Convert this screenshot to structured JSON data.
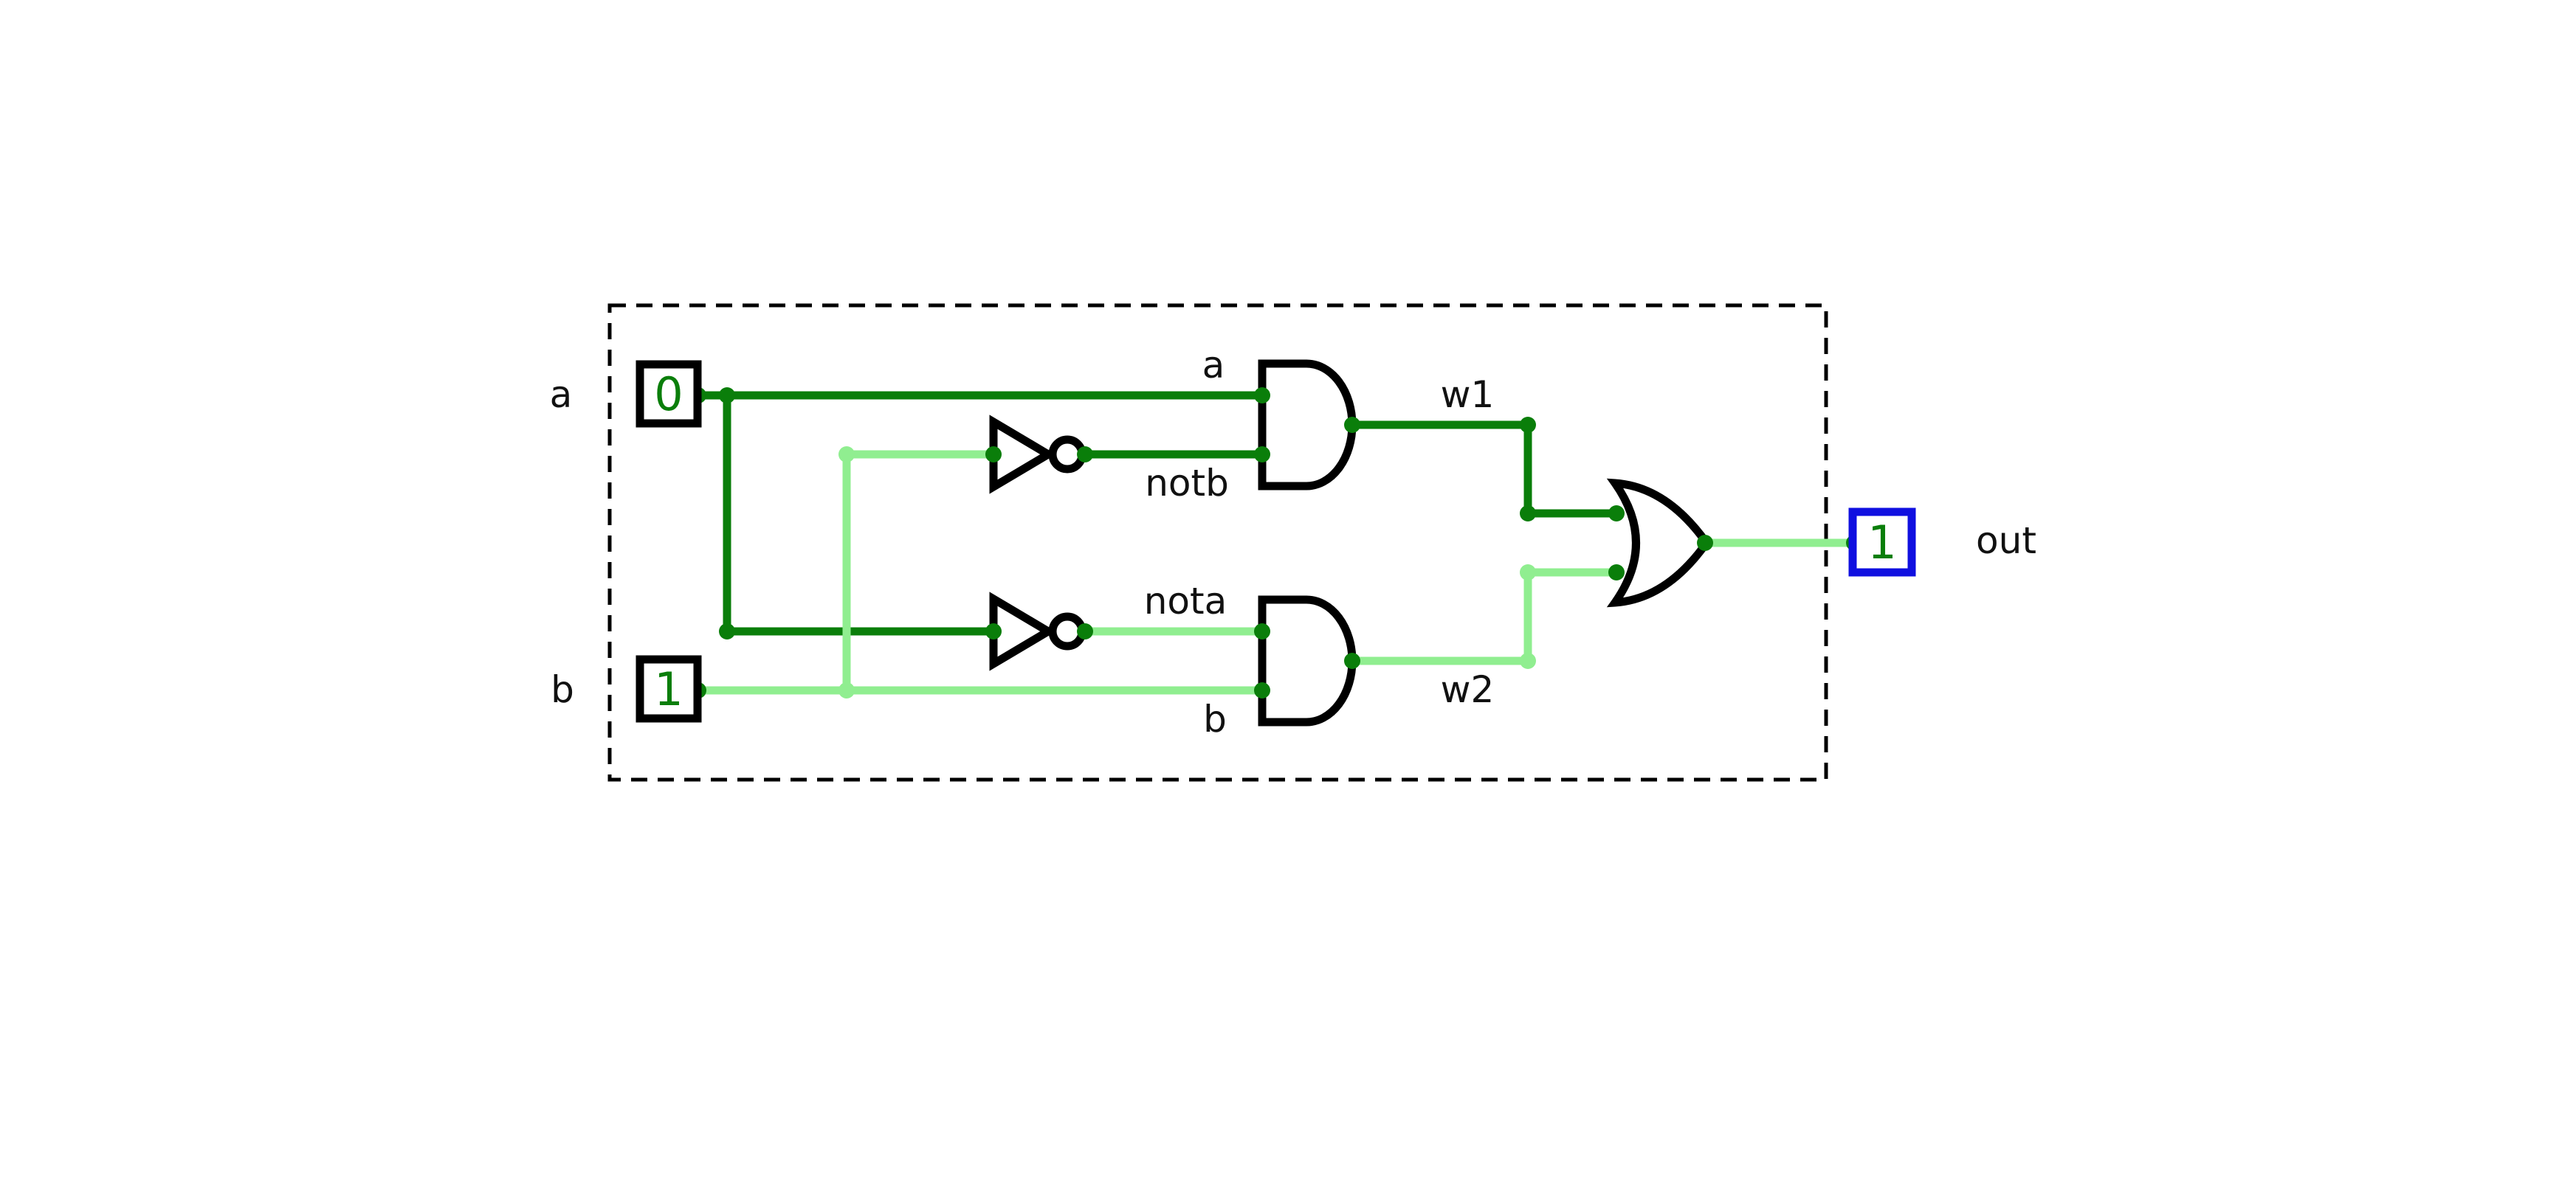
{
  "colors": {
    "high": "#0a7e0a",
    "low": "#90ee90",
    "gate": "#000000",
    "output_box": "#1010e0"
  },
  "inputs": {
    "a": {
      "label": "a",
      "value": "0"
    },
    "b": {
      "label": "b",
      "value": "1"
    }
  },
  "output": {
    "label": "out",
    "value": "1"
  },
  "gates": {
    "not_top": {
      "type": "NOT"
    },
    "not_bottom": {
      "type": "NOT"
    },
    "and_top": {
      "type": "AND"
    },
    "and_bottom": {
      "type": "AND"
    },
    "or": {
      "type": "OR"
    }
  },
  "wires": {
    "a": {
      "label": "a",
      "state": "high"
    },
    "notb": {
      "label": "notb",
      "state": "high"
    },
    "nota": {
      "label": "nota",
      "state": "low"
    },
    "b": {
      "label": "b",
      "state": "low"
    },
    "w1": {
      "label": "w1",
      "state": "high"
    },
    "w2": {
      "label": "w2",
      "state": "low"
    },
    "out": {
      "state": "low"
    }
  }
}
